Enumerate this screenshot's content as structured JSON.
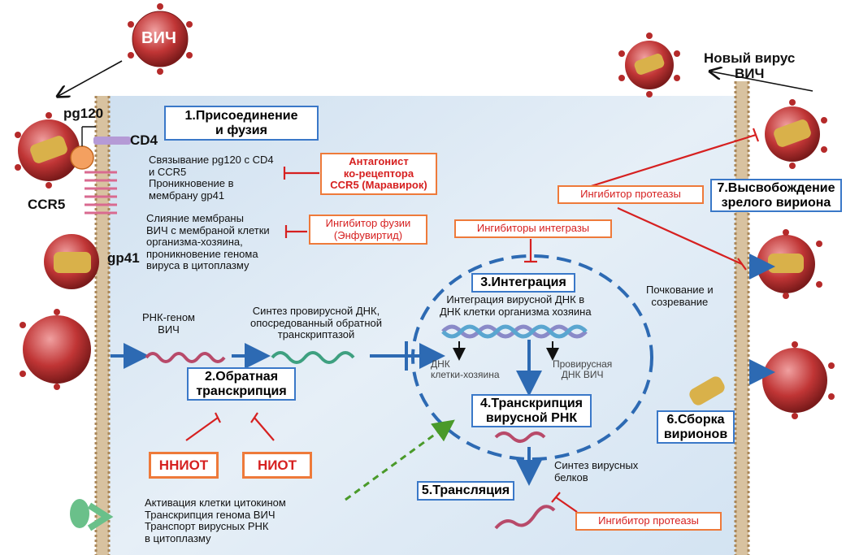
{
  "colors": {
    "membrane": "#c9a77a",
    "cell_bg": "#dbe8f4",
    "blue_box": "#3a78c8",
    "red_box": "#ee7a3a",
    "inhibitor": "#d62020",
    "arrow_blue": "#2d6ab3",
    "virus": "#b52a2a"
  },
  "virus_labels": {
    "top_left": "ВИЧ",
    "new_virus": "Новый вирус\nВИЧ"
  },
  "receptors": {
    "pg120": "pg120",
    "cd4": "CD4",
    "ccr5": "CCR5",
    "gp41": "gp41"
  },
  "steps": {
    "s1": "1.Присоединение\nи фузия",
    "s2": "2.Обратная\nтранскрипция",
    "s3": "3.Интеграция",
    "s4": "4.Транскрипция\nвирусной РНК",
    "s5": "5.Трансляция",
    "s6": "6.Сборка\nвирионов",
    "s7": "7.Высвобождение\nзрелого вириона"
  },
  "inhibitors": {
    "ccr5_antagonist": "Антагонист\nко-рецептора\nCCR5 (Маравирок)",
    "fusion": "Ингибитор фузии\n(Энфувиртид)",
    "integrase": "Ингибиторы интегразы",
    "protease_top": "Ингибитор протеазы",
    "protease_bottom": "Ингибитор протеазы",
    "nnrti": "ННИОТ",
    "nrti": "НИОТ"
  },
  "descriptions": {
    "binding": "Связывание pg120 с CD4\nи CCR5\nПроникновение в\nмембрану gp41",
    "fusion": "Слияние мембраны\nВИЧ с мембраной клетки\nорганизма-хозяина,\nпроникновение генома\nвируса в цитоплазму",
    "rna_genome": "РНК-геном\nВИЧ",
    "proviral_synthesis": "Синтез провирусной ДНК,\nопосредованный обратной\nтранскриптазой",
    "integration_desc": "Интеграция вирусной ДНК в\nДНК клетки организма хозяина",
    "host_dna": "ДНК\nклетки-хозяина",
    "proviral_dna": "Провирусная\nДНК ВИЧ",
    "budding": "Почкование и\nсозревание",
    "protein_synthesis": "Синтез вирусных\nбелков",
    "activation": "Активация клетки цитокином\nТранскрипция генома ВИЧ\nТранспорт вирусных РНК\nв цитоплазму"
  }
}
